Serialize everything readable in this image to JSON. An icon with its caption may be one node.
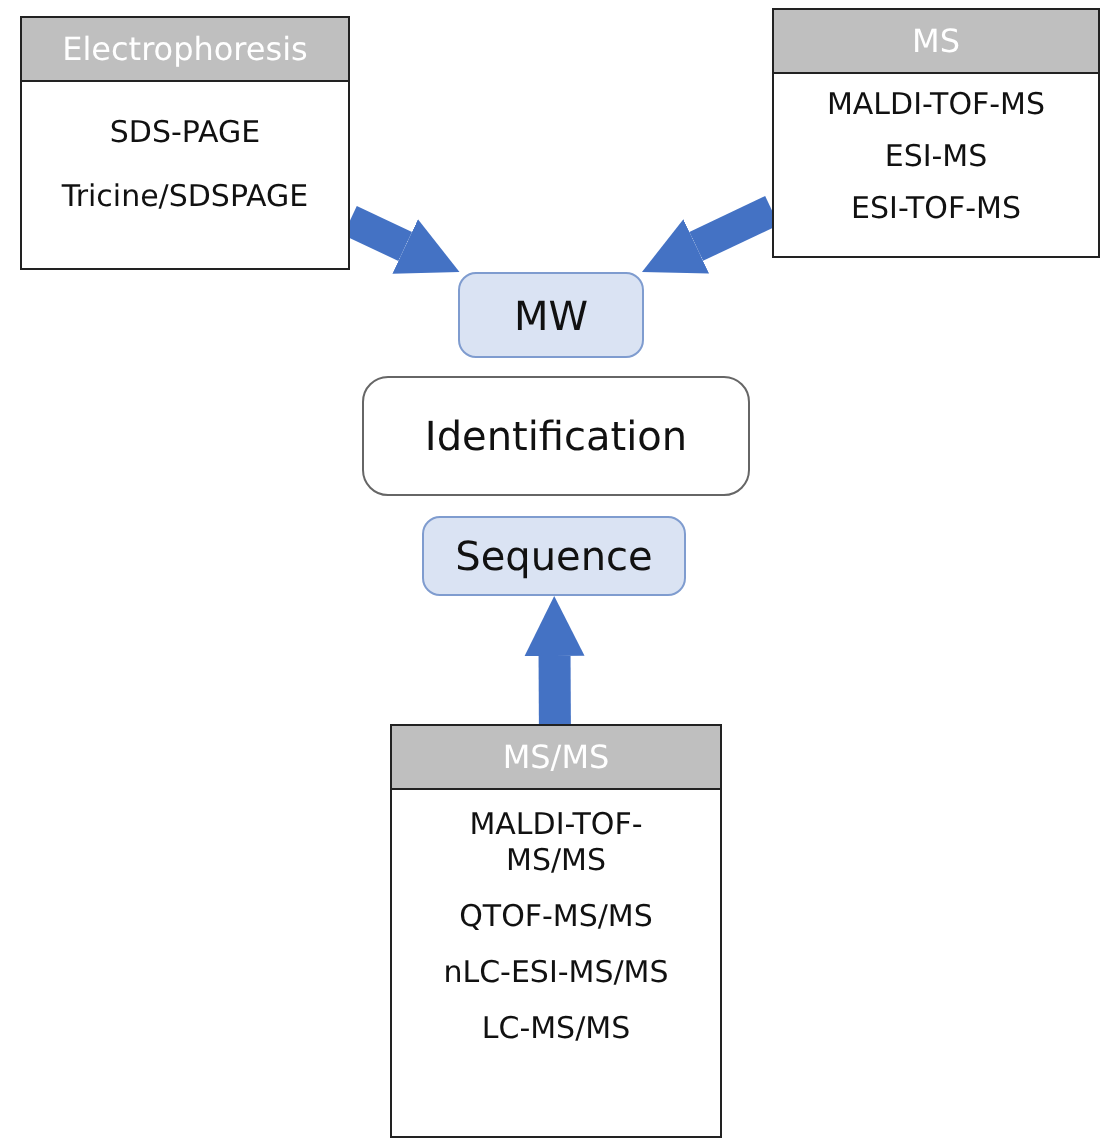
{
  "diagram": {
    "nodes": [
      {
        "text": [
          "Electrophoresis",
          "SDS-PAGE",
          "Tricine/SDSPAGE"
        ]
      },
      {
        "text": [
          "MS",
          "MALDI-TOF-MS",
          "ESI-MS",
          "ESI-TOF-MS"
        ]
      },
      {
        "text": [
          "MW"
        ]
      },
      {
        "text": [
          "Identification"
        ]
      },
      {
        "text": [
          "Sequence"
        ]
      },
      {
        "text": [
          "MS/MS",
          "MALDI-TOF- MS/MS",
          "QTOF-MS/MS",
          "nLC-ESI-MS/MS",
          "LC-MS/MS"
        ]
      }
    ],
    "edges": [
      {
        "from": 0,
        "to": 2,
        "arrow": "to"
      },
      {
        "from": 1,
        "to": 2,
        "arrow": "to"
      },
      {
        "from": 5,
        "to": 4,
        "arrow": "to"
      }
    ]
  }
}
